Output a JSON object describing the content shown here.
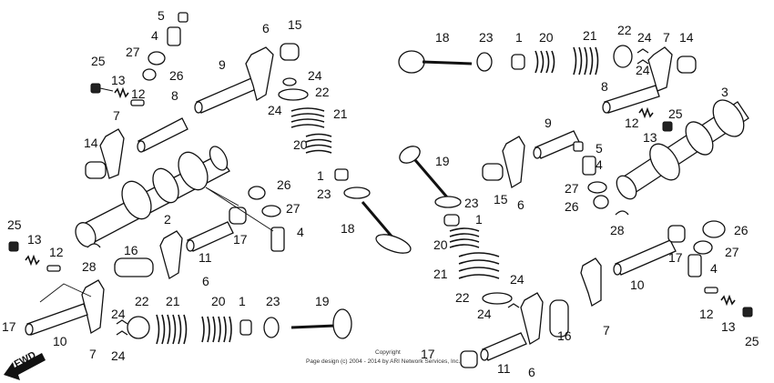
{
  "callouts": {
    "c1": "5",
    "c2": "4",
    "c3": "27",
    "c4": "26",
    "c5": "25",
    "c6": "13",
    "c7": "12",
    "c8": "8",
    "c9": "7",
    "c10": "14",
    "c11": "9",
    "c12": "6",
    "c13": "15",
    "c14": "24",
    "c15": "22",
    "c16": "24",
    "c17": "21",
    "c18": "20",
    "c19": "1",
    "c20": "23",
    "c21": "18",
    "c22": "2",
    "c23": "26",
    "c24": "27",
    "c25": "4",
    "c26": "17",
    "c27": "11",
    "c28": "25",
    "c29": "13",
    "c30": "12",
    "c31": "28",
    "c32": "16",
    "c33": "6",
    "c34": "21",
    "c35": "20",
    "c36": "1",
    "c37": "23",
    "c38": "19",
    "c39": "22",
    "c40": "24",
    "c41": "24",
    "c42": "17",
    "c43": "10",
    "c44": "7",
    "d1": "18",
    "d2": "23",
    "d3": "1",
    "d4": "20",
    "d5": "21",
    "d6": "22",
    "d7": "24",
    "d8": "7",
    "d9": "14",
    "d10": "24",
    "d11": "8",
    "d12": "3",
    "d13": "12",
    "d14": "25",
    "d15": "13",
    "d16": "9",
    "d17": "5",
    "d18": "4",
    "d19": "19",
    "d20": "15",
    "d21": "6",
    "d22": "27",
    "d23": "26",
    "d24": "23",
    "d25": "1",
    "d26": "28",
    "d27": "26",
    "d28": "20",
    "d29": "17",
    "d30": "27",
    "d31": "4",
    "d32": "21",
    "d33": "24",
    "d34": "10",
    "d35": "22",
    "d36": "24",
    "d37": "12",
    "d38": "7",
    "d39": "16",
    "d40": "13",
    "d41": "25",
    "d42": "17",
    "d43": "11",
    "d44": "6"
  },
  "copyright": {
    "line1": "Copyright",
    "line2": "Page design (c) 2004 - 2014 by ARI Network Services, Inc."
  },
  "fwd_label": "FWD"
}
